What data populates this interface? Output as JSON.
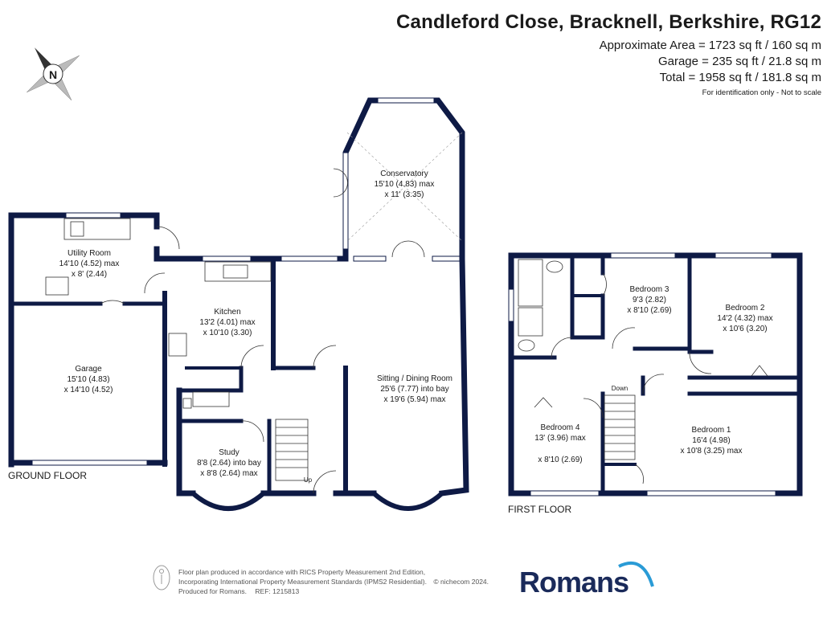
{
  "header": {
    "title": "Candleford Close, Bracknell, Berkshire, RG12",
    "approx_area": "Approximate Area = 1723 sq ft / 160 sq m",
    "garage_area": "Garage = 235 sq ft / 21.8 sq m",
    "total_area": "Total = 1958 sq ft / 181.8 sq m",
    "disclaimer": "For identification only - Not to scale"
  },
  "compass": {
    "letter": "N"
  },
  "floors": {
    "ground": "GROUND FLOOR",
    "first": "FIRST FLOOR"
  },
  "rooms": {
    "conservatory": {
      "name": "Conservatory",
      "l1": "15'10 (4.83) max",
      "l2": "x 11' (3.35)"
    },
    "utility": {
      "name": "Utility Room",
      "l1": "14'10 (4.52) max",
      "l2": "x 8' (2.44)"
    },
    "kitchen": {
      "name": "Kitchen",
      "l1": "13'2 (4.01) max",
      "l2": "x 10'10 (3.30)"
    },
    "garage": {
      "name": "Garage",
      "l1": "15'10 (4.83)",
      "l2": "x 14'10 (4.52)"
    },
    "sitting": {
      "name": "Sitting / Dining Room",
      "l1": "25'6 (7.77) into bay",
      "l2": "x 19'6 (5.94) max"
    },
    "study": {
      "name": "Study",
      "l1": "8'8 (2.64) into bay",
      "l2": "x 8'8 (2.64) max"
    },
    "bed3": {
      "name": "Bedroom 3",
      "l1": "9'3 (2.82)",
      "l2": "x 8'10 (2.69)"
    },
    "bed2": {
      "name": "Bedroom 2",
      "l1": "14'2 (4.32) max",
      "l2": "x 10'6 (3.20)"
    },
    "bed4": {
      "name": "Bedroom 4",
      "l1": "13' (3.96) max",
      "l2": "x 8'10 (2.69)"
    },
    "bed1": {
      "name": "Bedroom 1",
      "l1": "16'4 (4.98)",
      "l2": "x 10'8 (3.25) max"
    }
  },
  "stairs": {
    "up": "Up",
    "down": "Down"
  },
  "footer": {
    "line1": "Floor plan produced in accordance with RICS Property Measurement 2nd Edition,",
    "line2": "Incorporating International Property Measurement Standards (IPMS2 Residential).",
    "copyright": "© nichecom 2024.",
    "line3": "Produced for Romans.",
    "ref": "REF: 1215813",
    "brand": "Romans"
  },
  "colors": {
    "wall": "#0e1a45",
    "window": "#ffffff",
    "brand": "#1a2a5a"
  }
}
